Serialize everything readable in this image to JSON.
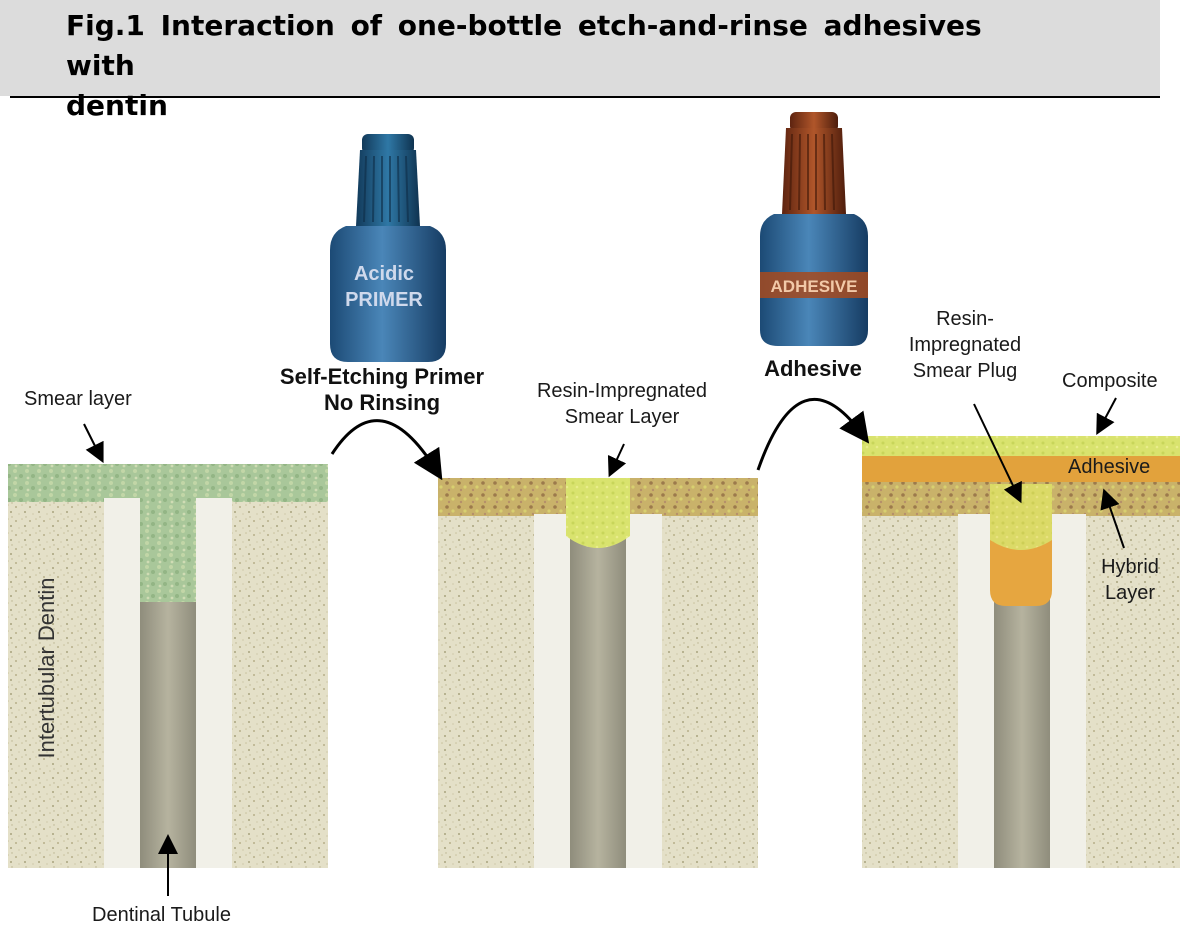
{
  "caption": {
    "line1": "Fig.1   Interaction of one-bottle etch-and-rinse adhesives with",
    "line2": "dentin"
  },
  "bottles": {
    "primer": {
      "line1": "Acidic",
      "line2": "PRIMER",
      "color": "#1f5f8a"
    },
    "adhesive": {
      "text": "ADHESIVE",
      "cap_color": "#8a3a18",
      "body_color": "#2f5a86"
    }
  },
  "steps": {
    "step1": {
      "line1": "Self-Etching Primer",
      "line2": "No Rinsing"
    },
    "step2": {
      "label": "Adhesive"
    }
  },
  "labels": {
    "smear_layer": "Smear layer",
    "intertubular_dentin": "Intertubular Dentin",
    "dentinal_tubule": "Dentinal Tubule",
    "resin_smear_layer": {
      "line1": "Resin-Impregnated",
      "line2": "Smear Layer"
    },
    "resin_smear_plug": {
      "line1": "Resin-",
      "line2": "Impregnated",
      "line3": "Smear Plug"
    },
    "composite": "Composite",
    "adhesive": "Adhesive",
    "hybrid_layer": {
      "line1": "Hybrid",
      "line2": "Layer"
    }
  },
  "colors": {
    "dentin": "#e4e0c8",
    "tubule": "#f2f1ea",
    "smear": "#a9c79a",
    "resin_layer": "#c9b26a",
    "resin_green": "#d6e06c",
    "adhesive_band": "#e2a23c",
    "plug": "#e6a640"
  }
}
